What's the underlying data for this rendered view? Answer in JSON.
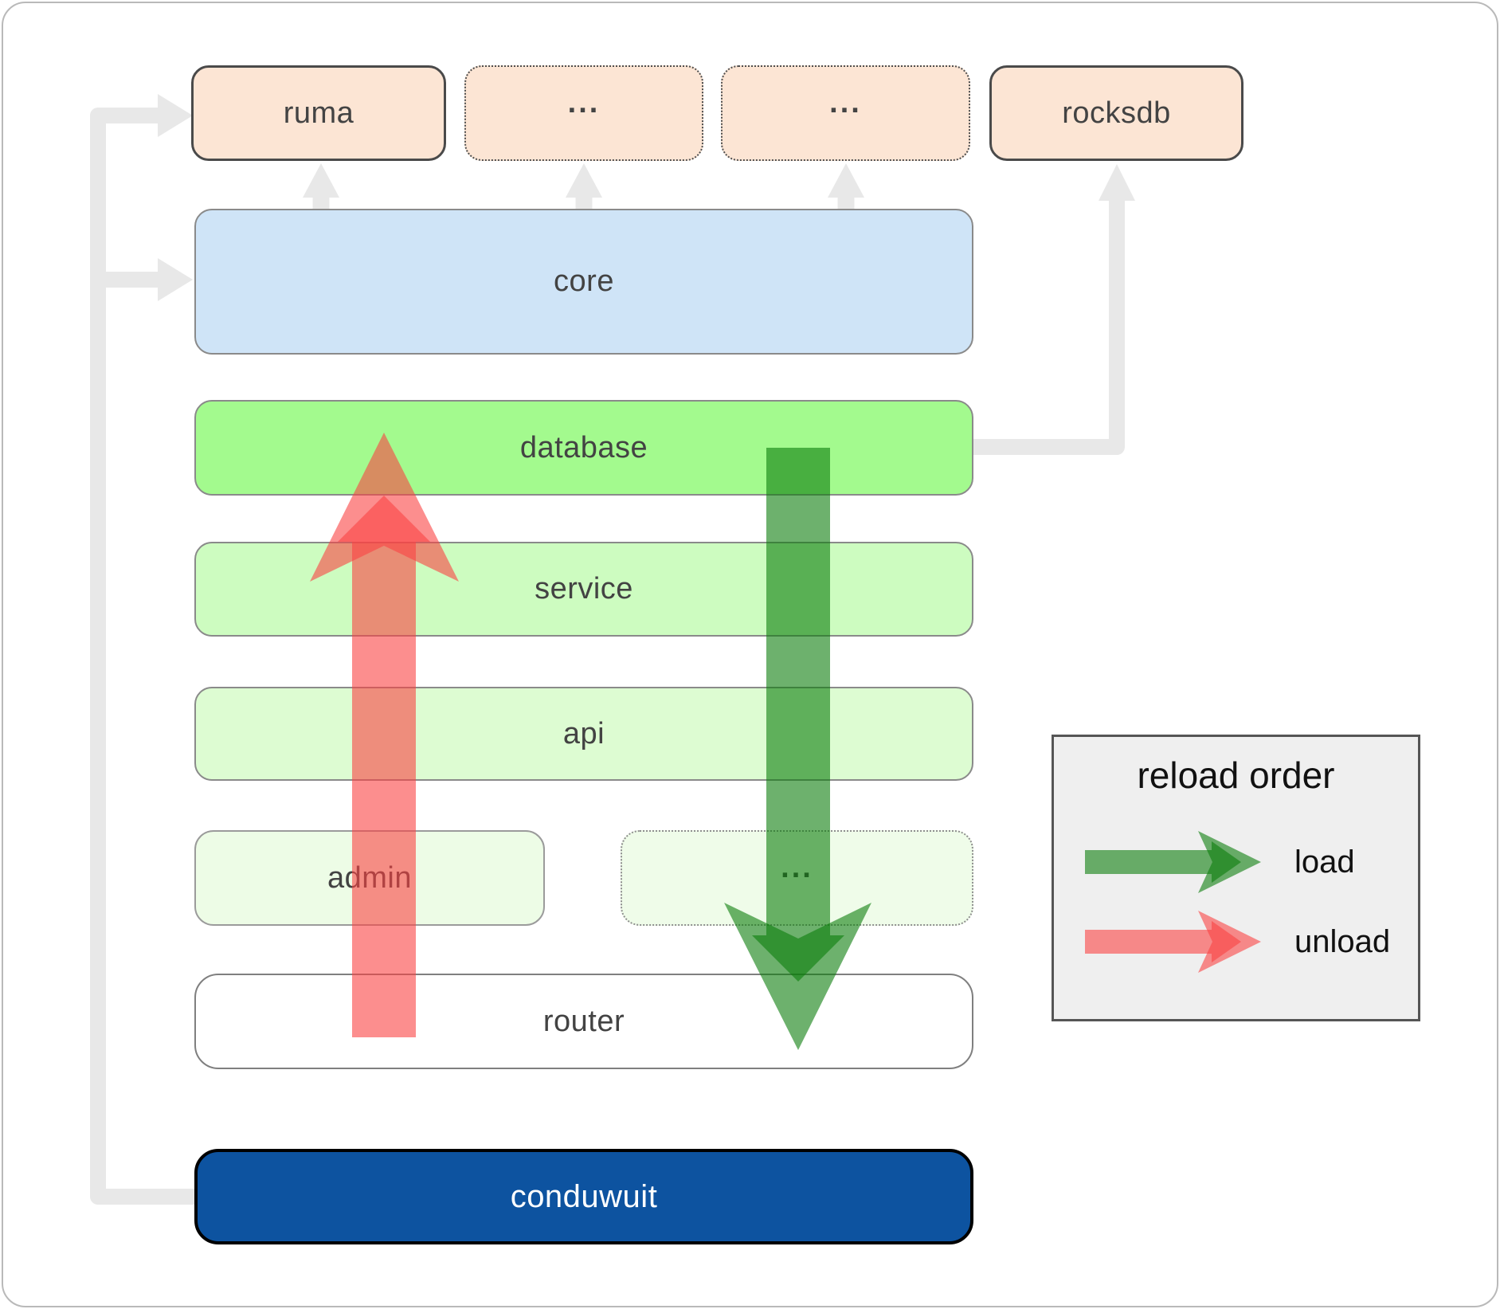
{
  "nodes": {
    "ruma": "ruma",
    "dep_top_1": "...",
    "dep_top_2": "...",
    "rocksdb": "rocksdb",
    "core": "core",
    "database": "database",
    "service": "service",
    "api": "api",
    "admin": "admin",
    "service_more": "...",
    "router": "router",
    "conduwuit": "conduwuit"
  },
  "legend": {
    "title": "reload order",
    "items": [
      {
        "label": "load",
        "color": "#0c7d0c"
      },
      {
        "label": "unload",
        "color": "#fa4343"
      }
    ]
  },
  "colors": {
    "crate_fill": "#fce5d4",
    "core_fill": "#cfe4f7",
    "database_fill": "#a3fa8e",
    "service_fill": "#cdfcc0",
    "api_fill": "#ddfcd2",
    "admin_fill": "#edfce6",
    "router_fill": "#ffffff",
    "conduwuit_fill": "#0d53a0",
    "connector": "#e8e8e8",
    "load_arrow": "#0c7d0c",
    "unload_arrow": "#fa4343"
  }
}
